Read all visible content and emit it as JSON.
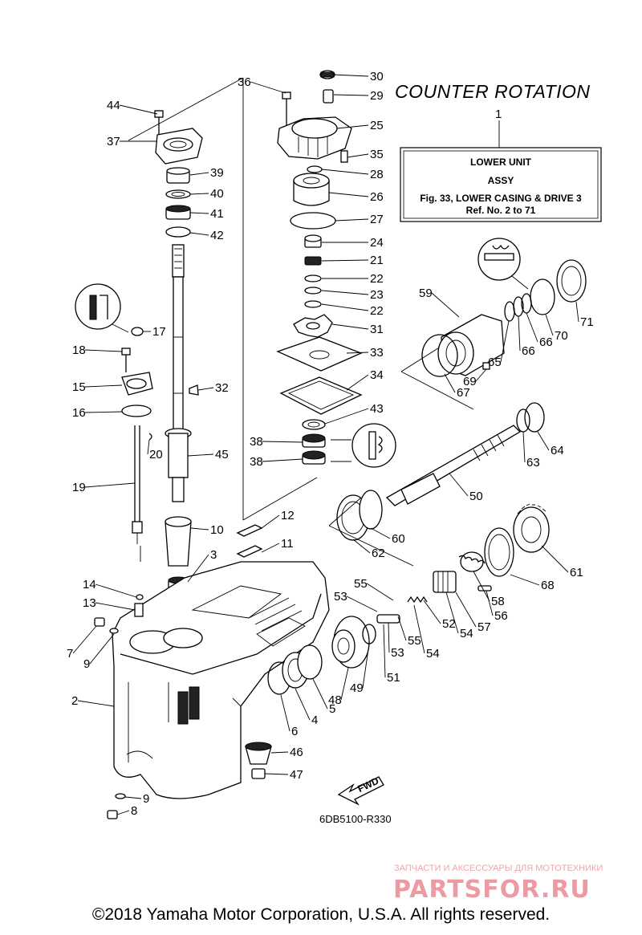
{
  "title": "COUNTER  ROTATION",
  "ref_box": {
    "number": "1",
    "line1": "LOWER UNIT",
    "line2": "ASSY",
    "line3": "Fig. 33, LOWER CASING & DRIVE 3",
    "line4": "Ref. No. 2 to 71"
  },
  "diagram_code": "6DB5100-R330",
  "fwd_label": "FWD",
  "watermark": {
    "tagline": "ЗАПЧАСТИ И АКСЕССУАРЫ ДЛЯ МОТОТЕХНИКИ",
    "brand": "PARTSFOR.RU"
  },
  "copyright": "©2018 Yamaha Motor Corporation, U.S.A. All rights reserved.",
  "part_labels": [
    "30",
    "29",
    "36",
    "25",
    "44",
    "37",
    "35",
    "28",
    "39",
    "26",
    "40",
    "41",
    "27",
    "42",
    "24",
    "21",
    "22",
    "23",
    "22",
    "31",
    "59",
    "17",
    "33",
    "18",
    "34",
    "15",
    "16",
    "43",
    "32",
    "20",
    "38",
    "38",
    "45",
    "19",
    "10",
    "12",
    "11",
    "3",
    "14",
    "13",
    "7",
    "9",
    "2",
    "9",
    "8",
    "6",
    "4",
    "5",
    "46",
    "47",
    "48",
    "49",
    "51",
    "53",
    "53",
    "55",
    "55",
    "52",
    "54",
    "54",
    "57",
    "56",
    "58",
    "68",
    "61",
    "60",
    "62",
    "50",
    "63",
    "64",
    "65",
    "66",
    "66",
    "67",
    "69",
    "70",
    "71"
  ]
}
